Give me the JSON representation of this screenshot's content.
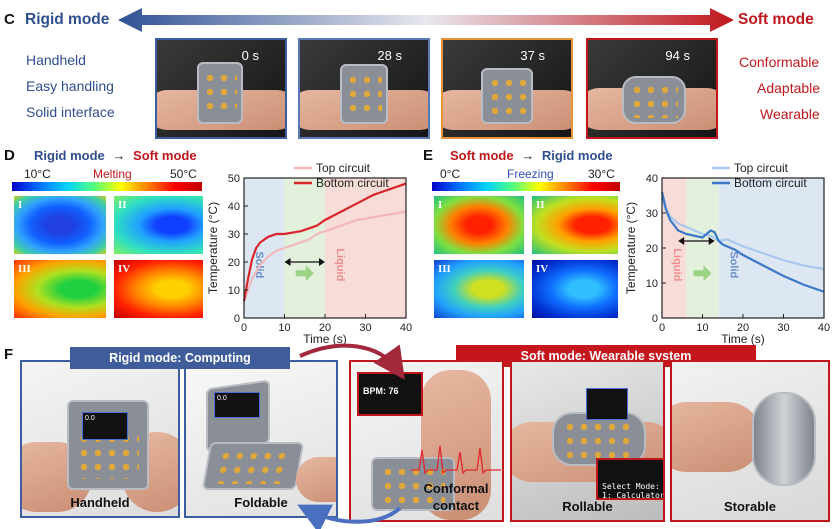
{
  "panel_c": {
    "label": "C",
    "left_title": "Rigid mode",
    "right_title": "Soft mode",
    "left_features": [
      "Handheld",
      "Easy handling",
      "Solid interface"
    ],
    "right_features": [
      "Conformable",
      "Adaptable",
      "Wearable"
    ],
    "times": [
      "0 s",
      "28 s",
      "37 s",
      "94 s"
    ],
    "frame_colors": [
      "#3b5ea0",
      "#5a7ab8",
      "#e8923a",
      "#c0171c"
    ]
  },
  "panel_d": {
    "label": "D",
    "from_mode": "Rigid mode",
    "to_mode": "Soft mode",
    "arrow": "→",
    "cmin": "10°C",
    "cmax": "50°C",
    "process": "Melting",
    "romans": [
      "I",
      "II",
      "III",
      "IV"
    ],
    "region_labels": [
      "Solid",
      "Liquid"
    ]
  },
  "panel_e": {
    "label": "E",
    "from_mode": "Soft mode",
    "to_mode": "Rigid mode",
    "arrow": "→",
    "cmin": "0°C",
    "cmax": "30°C",
    "process": "Freezing",
    "romans": [
      "I",
      "II",
      "III",
      "IV"
    ],
    "region_labels": [
      "Liquid",
      "Solid"
    ]
  },
  "panel_f": {
    "label": "F",
    "rigid_banner": "Rigid mode: Computing",
    "soft_banner": "Soft mode: Wearable system",
    "captions": [
      "Handheld",
      "Foldable",
      "Conformal contact",
      "Rollable",
      "Storable"
    ],
    "bpm_text": "BPM: 76",
    "screen_text_1": "0.0",
    "screen_text_2": "Select Mode:\n1: Calculator"
  },
  "chart_data": [
    {
      "type": "line",
      "title": "",
      "xlabel": "Time (s)",
      "ylabel": "Temperature (°C)",
      "xlim": [
        0,
        40
      ],
      "ylim": [
        0,
        50
      ],
      "xticks": [
        0,
        10,
        20,
        30,
        40
      ],
      "yticks": [
        0,
        10,
        20,
        30,
        40,
        50
      ],
      "regions": [
        {
          "label": "Solid",
          "x": [
            0,
            10
          ],
          "color": "#dce7f3"
        },
        {
          "label": "",
          "x": [
            10,
            20
          ],
          "color": "#e3f1dc"
        },
        {
          "label": "Liquid",
          "x": [
            20,
            40
          ],
          "color": "#f8dcd8"
        }
      ],
      "series": [
        {
          "name": "Top circuit",
          "color": "#f2b8bc",
          "x": [
            0,
            1,
            2,
            4,
            6,
            8,
            10,
            12,
            14,
            16,
            18,
            20,
            24,
            28,
            32,
            36,
            40
          ],
          "y": [
            6,
            10,
            14,
            19,
            22,
            24,
            25,
            26,
            27,
            28,
            30,
            31,
            33,
            35,
            36,
            37,
            38
          ]
        },
        {
          "name": "Bottom circuit",
          "color": "#d9262b",
          "x": [
            0,
            1,
            2,
            3,
            4,
            6,
            8,
            10,
            12,
            14,
            16,
            18,
            20,
            24,
            28,
            32,
            36,
            40
          ],
          "y": [
            6,
            14,
            21,
            25,
            27,
            29,
            30,
            30,
            30.5,
            31,
            32,
            33,
            35,
            38,
            41,
            44,
            46,
            48
          ]
        }
      ]
    },
    {
      "type": "line",
      "title": "",
      "xlabel": "Time (s)",
      "ylabel": "Temperature (°C)",
      "xlim": [
        0,
        40
      ],
      "ylim": [
        0,
        40
      ],
      "xticks": [
        0,
        10,
        20,
        30,
        40
      ],
      "yticks": [
        0,
        10,
        20,
        30,
        40
      ],
      "regions": [
        {
          "label": "Liquid",
          "x": [
            0,
            6
          ],
          "color": "#f8dcd8"
        },
        {
          "label": "",
          "x": [
            6,
            14
          ],
          "color": "#e3f1dc"
        },
        {
          "label": "Solid",
          "x": [
            14,
            40
          ],
          "color": "#dce7f3"
        }
      ],
      "series": [
        {
          "name": "Top circuit",
          "color": "#a9c8ee",
          "x": [
            0,
            1,
            2,
            4,
            6,
            8,
            10,
            12,
            14,
            16,
            20,
            25,
            30,
            35,
            40
          ],
          "y": [
            34,
            31,
            29,
            27,
            26,
            25,
            24,
            23.5,
            22,
            22.5,
            20.5,
            18.5,
            16.5,
            15,
            14
          ]
        },
        {
          "name": "Bottom circuit",
          "color": "#3b78c8",
          "x": [
            0,
            1,
            2,
            4,
            6,
            8,
            10,
            12,
            13,
            14,
            15,
            18,
            20,
            25,
            30,
            35,
            40
          ],
          "y": [
            36,
            31,
            28,
            25,
            24,
            23.5,
            23,
            25,
            24.5,
            22,
            21,
            19.5,
            18,
            15,
            12,
            9.5,
            7.5
          ]
        }
      ]
    }
  ]
}
